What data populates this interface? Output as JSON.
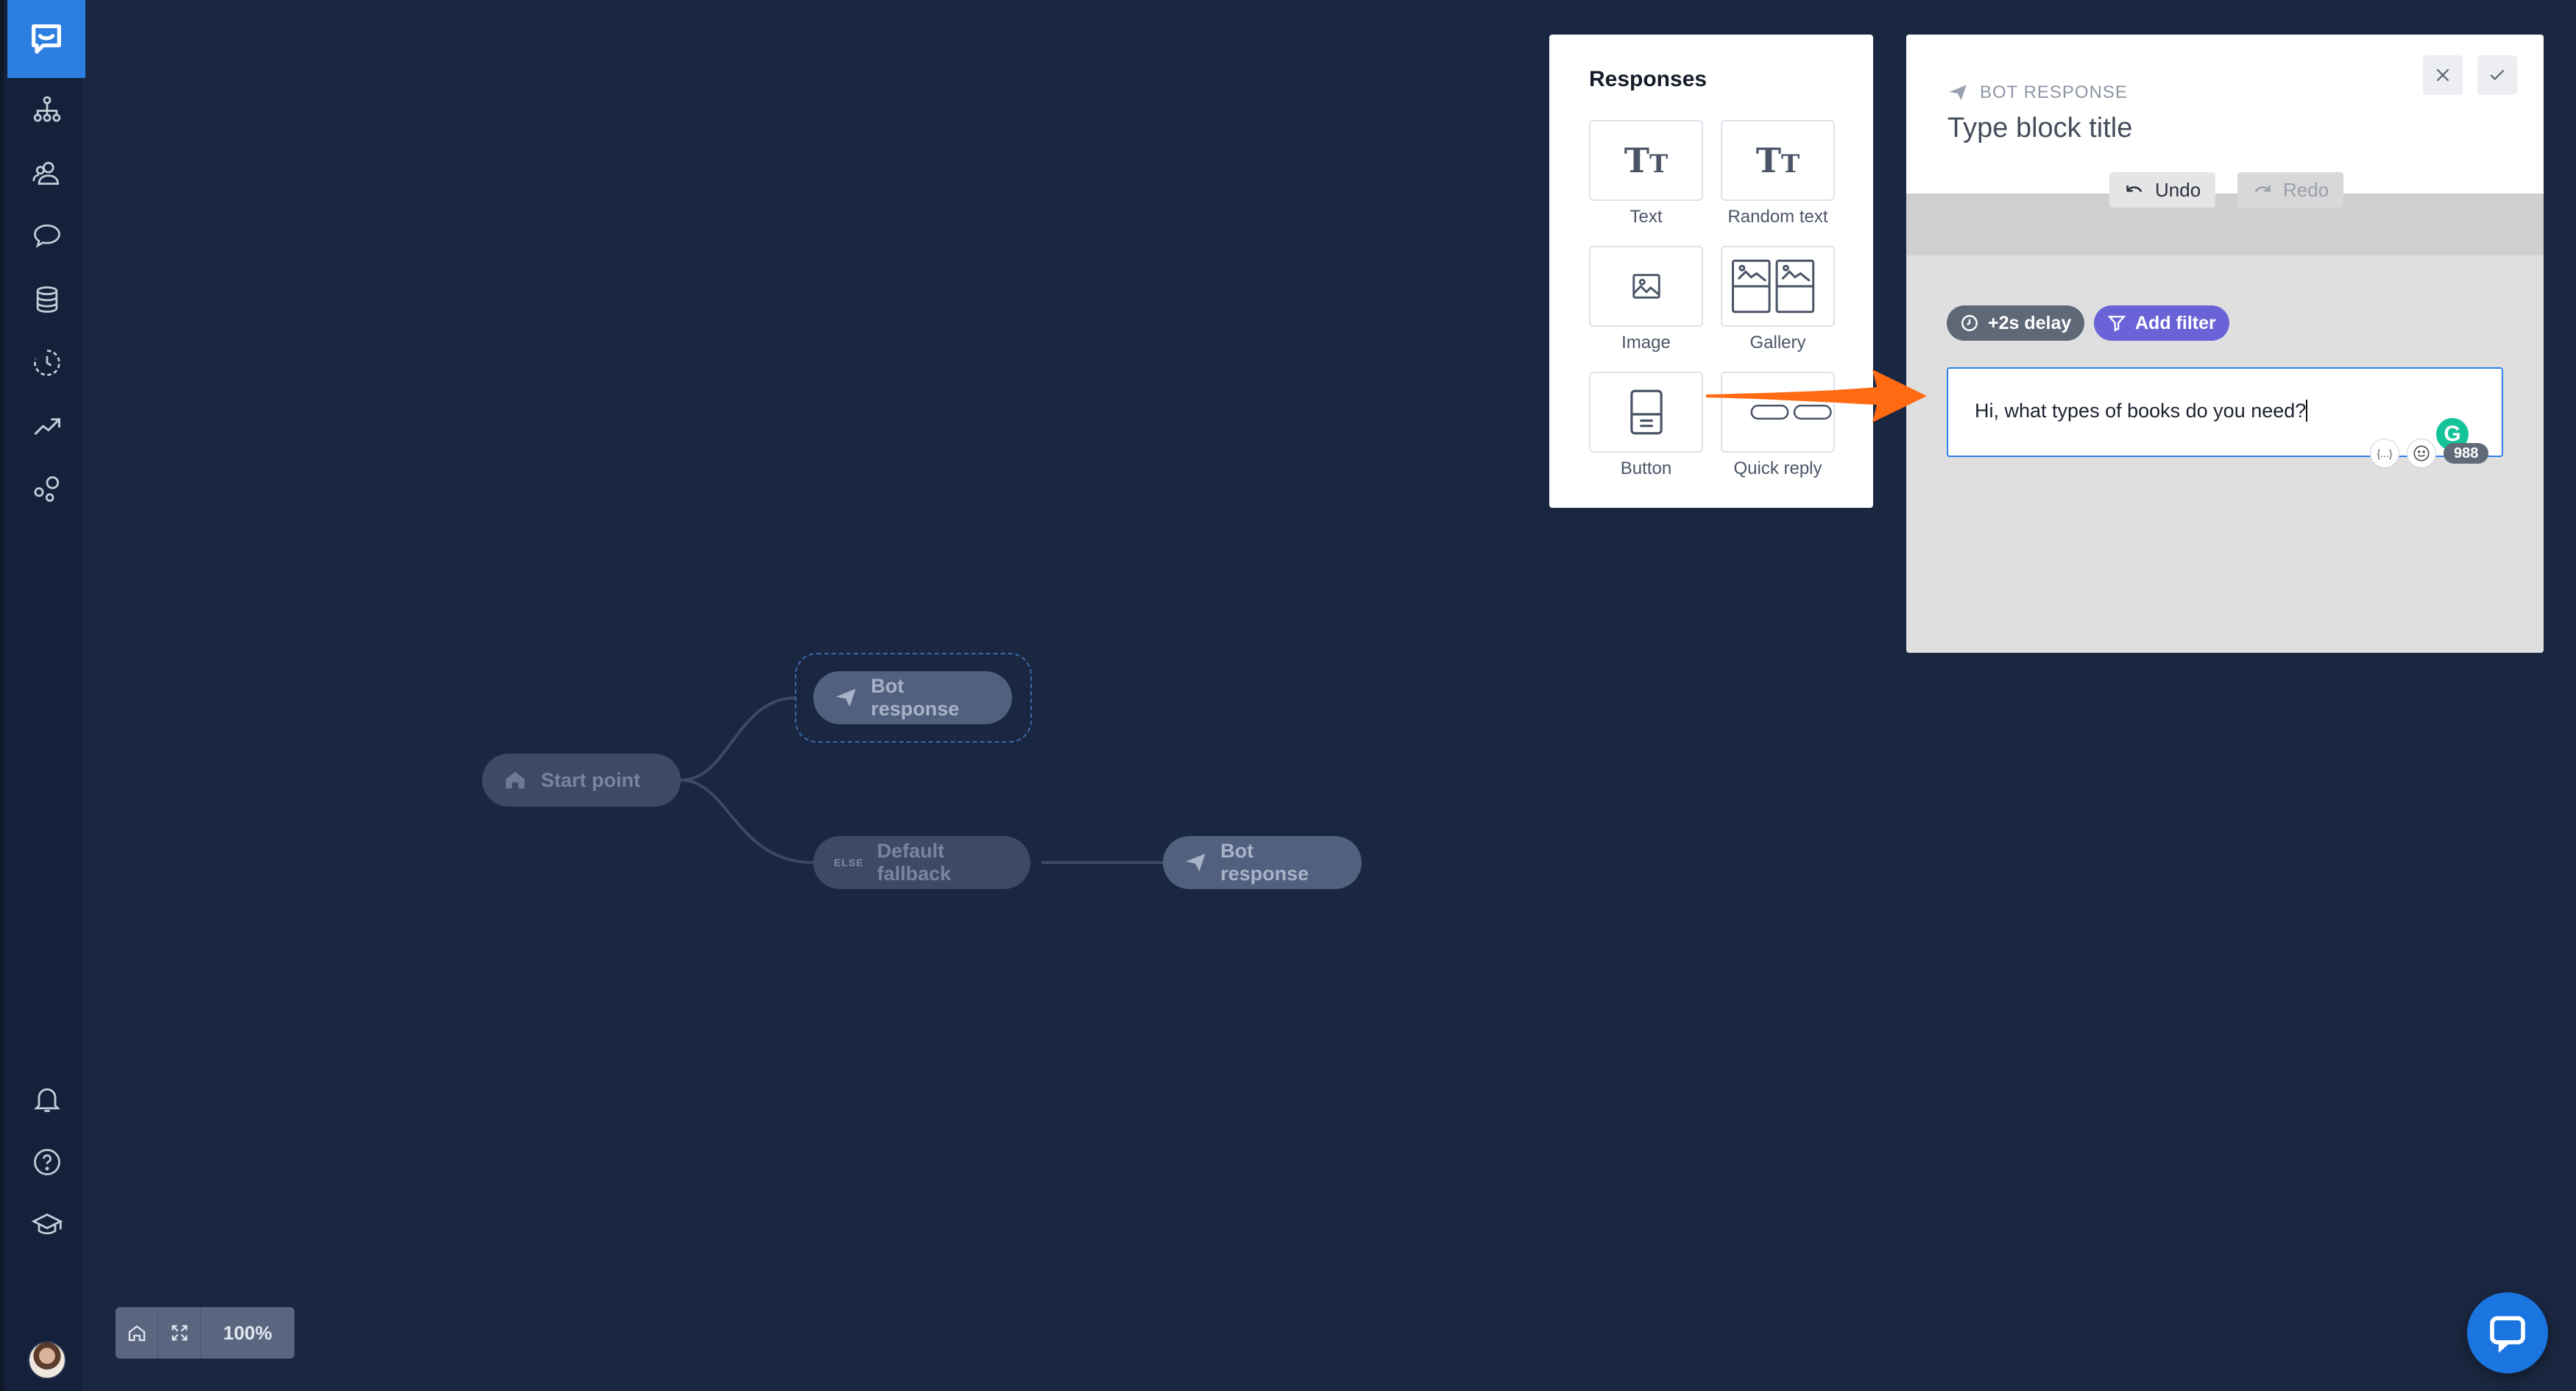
{
  "sidebar": {
    "items": [
      {
        "name": "logo",
        "icon": "chat-bubble-logo-icon"
      },
      {
        "name": "stories",
        "icon": "sitemap-icon"
      },
      {
        "name": "audience",
        "icon": "users-icon"
      },
      {
        "name": "chats",
        "icon": "speech-bubble-icon"
      },
      {
        "name": "data",
        "icon": "database-icon"
      },
      {
        "name": "history",
        "icon": "clock-history-icon"
      },
      {
        "name": "analytics",
        "icon": "trend-line-icon"
      },
      {
        "name": "integrations",
        "icon": "circles-icon"
      }
    ],
    "bottom": [
      {
        "name": "notifications",
        "icon": "bell-icon"
      },
      {
        "name": "help",
        "icon": "question-circle-icon"
      },
      {
        "name": "academy",
        "icon": "graduation-cap-icon"
      }
    ]
  },
  "flow": {
    "start": "Start point",
    "bot_response_1": "Bot response",
    "fallback_tag": "ELSE",
    "fallback": "Default fallback",
    "bot_response_2": "Bot response"
  },
  "zoom": {
    "level": "100%"
  },
  "responses": {
    "title": "Responses",
    "items": [
      {
        "label": "Text",
        "icon": "text-type-icon"
      },
      {
        "label": "Random text",
        "icon": "random-text-icon"
      },
      {
        "label": "Image",
        "icon": "image-icon"
      },
      {
        "label": "Gallery",
        "icon": "gallery-icon"
      },
      {
        "label": "Button",
        "icon": "button-card-icon"
      },
      {
        "label": "Quick reply",
        "icon": "quick-reply-icon"
      }
    ]
  },
  "editor": {
    "eyebrow": "BOT RESPONSE",
    "title_placeholder": "Type block title",
    "undo": "Undo",
    "redo": "Redo",
    "delay": "+2s delay",
    "filter": "Add filter",
    "message": "Hi, what types of books do you need?",
    "var_button": "{...}",
    "grammarly": "G",
    "counter": "988"
  },
  "colors": {
    "background": "#1a2740",
    "sidebar": "#15213a",
    "brand": "#2c7fe0",
    "filter": "#6a63d8",
    "arrow": "#ff6a13"
  }
}
